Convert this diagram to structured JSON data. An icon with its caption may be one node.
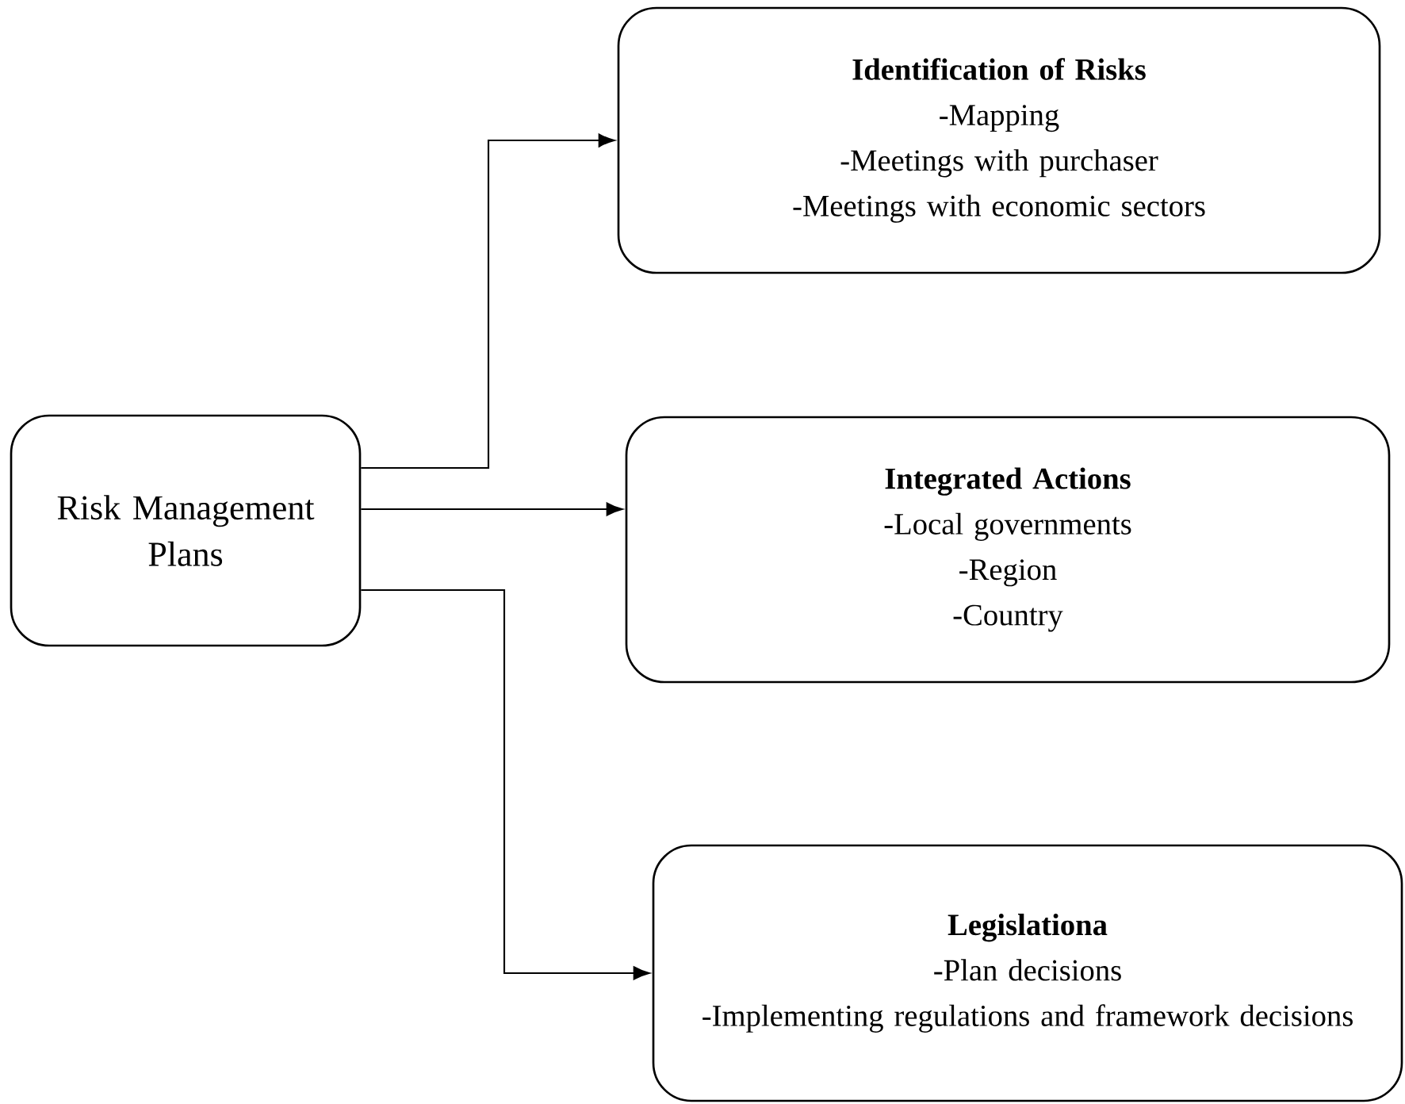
{
  "diagram": {
    "nodes": [
      {
        "text": [
          "Risk Management Plans"
        ]
      },
      {
        "text": [
          "Identification of Risks",
          "-Mapping",
          "-Meetings with purchaser",
          "-Meetings with economic sectors"
        ]
      },
      {
        "text": [
          "Integrated Actions",
          "-Local governments",
          "-Region",
          "-Country"
        ]
      },
      {
        "text": [
          "Legislationa",
          "-Plan decisions",
          "-Implementing regulations and framework decisions"
        ]
      }
    ],
    "edges": [
      {
        "from": 0,
        "to": 1,
        "arrow": "to"
      },
      {
        "from": 0,
        "to": 2,
        "arrow": "to"
      },
      {
        "from": 0,
        "to": 3,
        "arrow": "to"
      }
    ]
  }
}
